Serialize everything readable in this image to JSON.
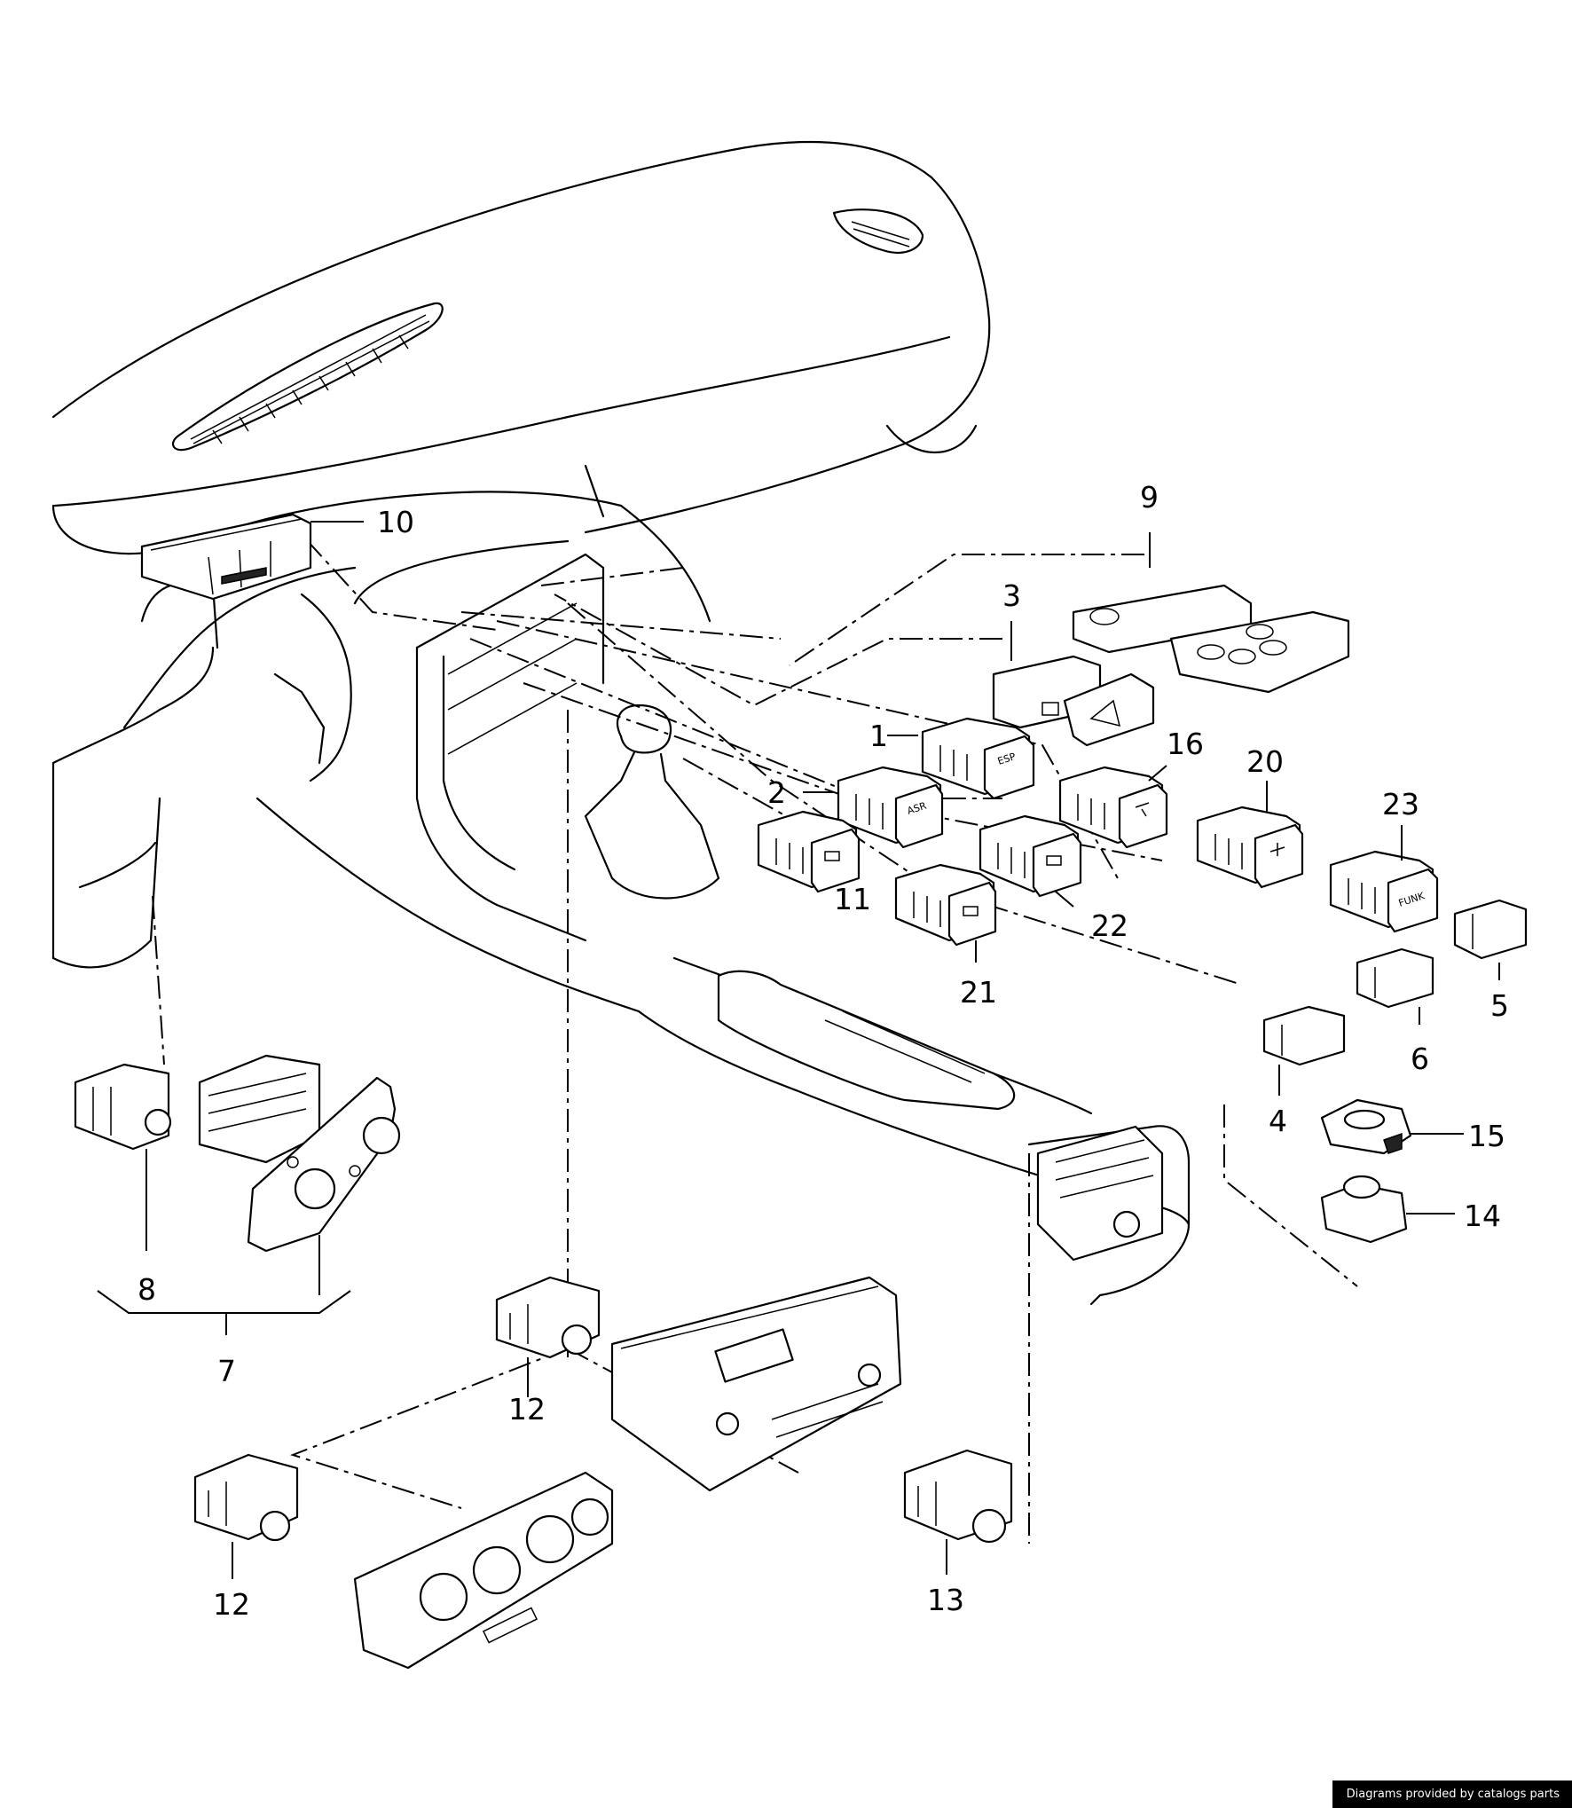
{
  "callouts": {
    "n1": "1",
    "n2": "2",
    "n3": "3",
    "n4": "4",
    "n5": "5",
    "n6": "6",
    "n7": "7",
    "n8": "8",
    "n9": "9",
    "n10": "10",
    "n11": "11",
    "n12a": "12",
    "n12b": "12",
    "n13": "13",
    "n14": "14",
    "n15": "15",
    "n16": "16",
    "n20": "20",
    "n21": "21",
    "n22": "22",
    "n23": "23"
  },
  "button_labels": {
    "esp": "ESP",
    "asr": "ASR",
    "funk": "FUNK"
  },
  "footer": {
    "credit": "Diagrams provided by catalogs parts"
  }
}
